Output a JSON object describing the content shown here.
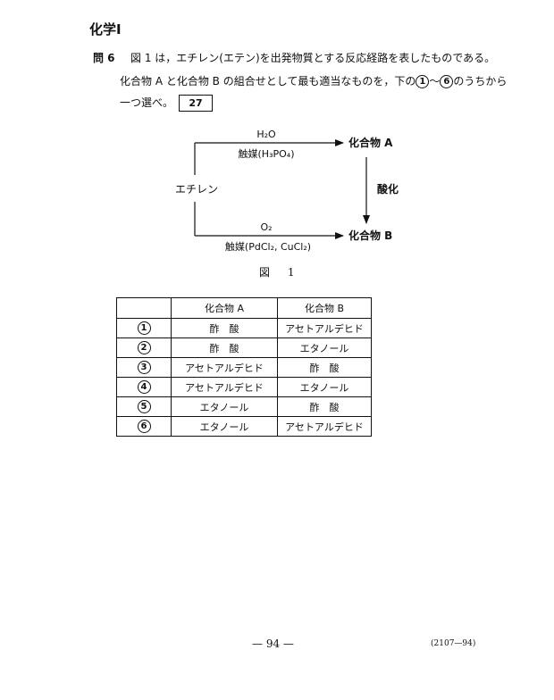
{
  "header": {
    "subject": "化学Ⅰ"
  },
  "question": {
    "number": "問 6",
    "line1": "図 1 は，エチレン(エテン)を出発物質とする反応経路を表したものである。",
    "line2_a": "化合物 A と化合物 B の組合せとして最も適当なものを，下の",
    "line2_first": "1",
    "line2_tilde": "〜",
    "line2_last": "6",
    "line2_b": "のうちから",
    "line3": "一つ選べ。",
    "answer_box": "27"
  },
  "diagram": {
    "start": "エチレン",
    "upper_reagent": "H₂O",
    "upper_catalyst": "触媒(H₃PO₄)",
    "product_a": "化合物 A",
    "oxidation": "酸化",
    "lower_reagent": "O₂",
    "lower_catalyst": "触媒(PdCl₂, CuCl₂)",
    "product_b": "化合物 B",
    "caption": "図 1"
  },
  "table": {
    "headers": [
      "",
      "化合物 A",
      "化合物 B"
    ],
    "rows": [
      {
        "num": "1",
        "a": "酢　酸",
        "b": "アセトアルデヒド"
      },
      {
        "num": "2",
        "a": "酢　酸",
        "b": "エタノール"
      },
      {
        "num": "3",
        "a": "アセトアルデヒド",
        "b": "酢　酸"
      },
      {
        "num": "4",
        "a": "アセトアルデヒド",
        "b": "エタノール"
      },
      {
        "num": "5",
        "a": "エタノール",
        "b": "酢　酸"
      },
      {
        "num": "6",
        "a": "エタノール",
        "b": "アセトアルデヒド"
      }
    ]
  },
  "footer": {
    "page": "— 94 —",
    "code": "(2107—94)"
  }
}
